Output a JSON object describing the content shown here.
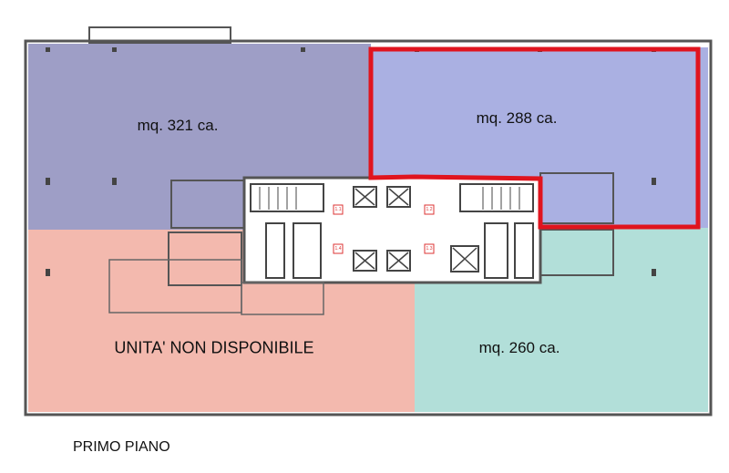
{
  "plan": {
    "floor_title": "PRIMO PIANO",
    "units": [
      {
        "id": "top-left",
        "label": "mq. 321 ca.",
        "color": "#9e9ec6"
      },
      {
        "id": "top-right",
        "label": "mq. 288 ca.",
        "color": "#aab0e2",
        "highlighted": true
      },
      {
        "id": "bottom-left",
        "label": "UNITA' NON DISPONIBILE",
        "color": "#f3b9ae"
      },
      {
        "id": "bottom-right",
        "label": "mq. 260 ca.",
        "color": "#b2dfd9"
      }
    ],
    "highlight_color": "#e0141e",
    "core_labels": [
      "1.1",
      "1.2",
      "1.4",
      "1.3"
    ]
  }
}
